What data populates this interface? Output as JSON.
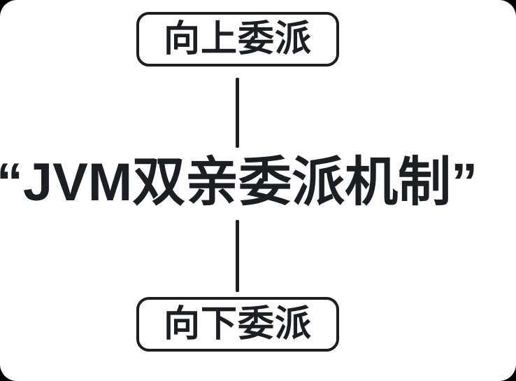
{
  "colors": {
    "outer_background": "#000000",
    "surface": "#ffffff",
    "ink": "#1b1e22"
  },
  "diagram": {
    "title": "“JVM双亲委派机制”",
    "nodes": {
      "top": {
        "label": "向上委派"
      },
      "bottom": {
        "label": "向下委派"
      }
    }
  }
}
